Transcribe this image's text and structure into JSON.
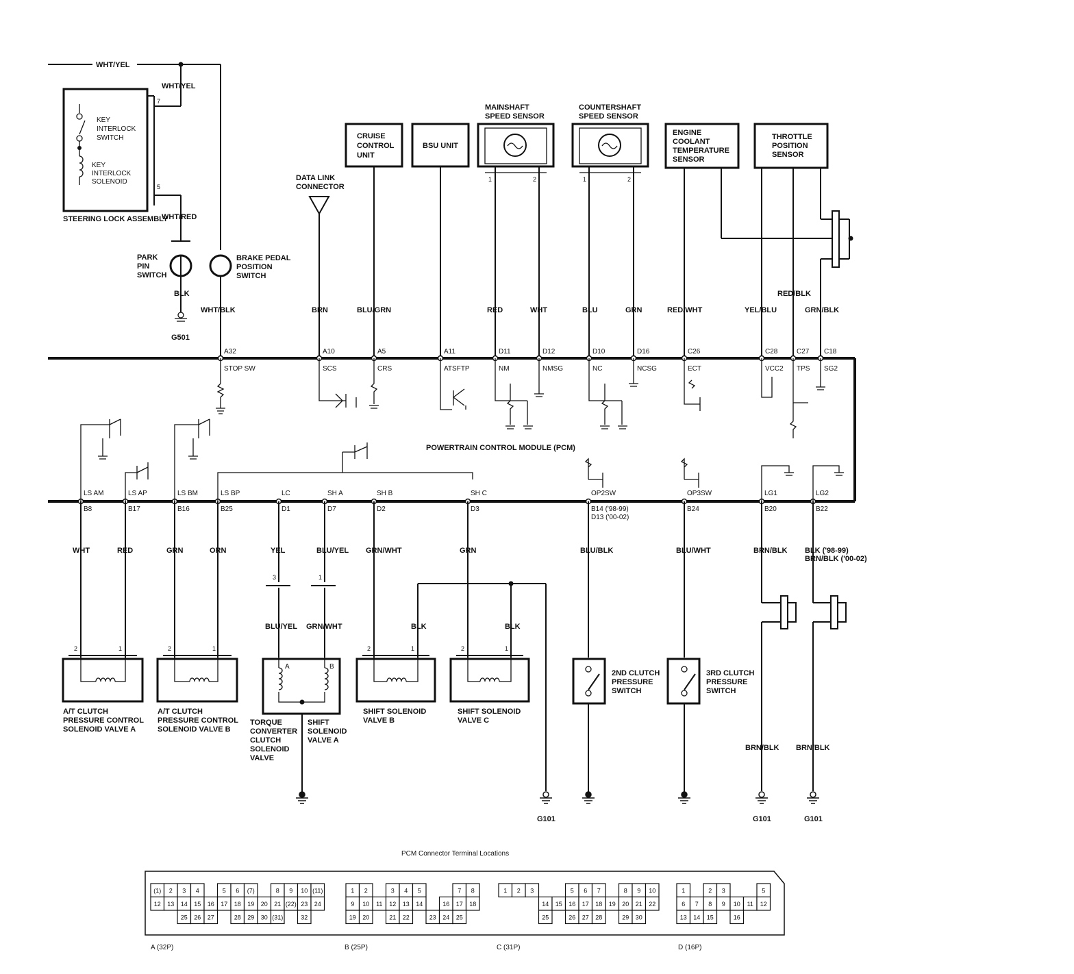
{
  "top_wire_color": "WHT/YEL",
  "steering_lock": {
    "name": "STEERING LOCK ASSEMBLY",
    "key_switch": "KEY INTERLOCK SWITCH",
    "key_solenoid": "KEY INTERLOCK SOLENOID",
    "pin_7": "7",
    "pin_5": "5",
    "wire_in": "WHT/YEL",
    "wire_out": "WHT/RED"
  },
  "park_pin_switch": {
    "name": "PARK PIN SWITCH",
    "wire": "BLK",
    "ground": "G501"
  },
  "brake_switch": {
    "name": "BRAKE PEDAL POSITION SWITCH",
    "wire": "WHT/BLK"
  },
  "dlc": {
    "name": "DATA LINK CONNECTOR",
    "wire": "BRN"
  },
  "components_top": [
    {
      "key": "cruise",
      "name": "CRUISE CONTROL UNIT",
      "wire": "BLU/GRN"
    },
    {
      "key": "bsu",
      "name": "BSU UNIT"
    },
    {
      "key": "mainshaft",
      "name": "MAINSHAFT SPEED SENSOR",
      "wire1": "RED",
      "wire2": "WHT",
      "pin1": "1",
      "pin2": "2"
    },
    {
      "key": "countershaft",
      "name": "COUNTERSHAFT SPEED SENSOR",
      "wire1": "BLU",
      "wire2": "GRN",
      "pin1": "1",
      "pin2": "2"
    },
    {
      "key": "ect",
      "name": "ENGINE COOLANT TEMPERATURE SENSOR",
      "wire": "RED/WHT"
    },
    {
      "key": "tps",
      "name": "THROTTLE POSITION SENSOR",
      "wire1": "YEL/BLU",
      "wire2": "RED/BLK",
      "wire3": "GRN/BLK"
    }
  ],
  "pcm_name": "POWERTRAIN CONTROL MODULE (PCM)",
  "top_terminals": [
    {
      "pin": "A32",
      "signal": "STOP SW"
    },
    {
      "pin": "A10",
      "signal": "SCS"
    },
    {
      "pin": "A5",
      "signal": "CRS"
    },
    {
      "pin": "A11",
      "signal": "ATSFTP"
    },
    {
      "pin": "D11",
      "signal": "NM"
    },
    {
      "pin": "D12",
      "signal": "NMSG"
    },
    {
      "pin": "D10",
      "signal": "NC"
    },
    {
      "pin": "D16",
      "signal": "NCSG"
    },
    {
      "pin": "C26",
      "signal": "ECT"
    },
    {
      "pin": "C28",
      "signal": "VCC2"
    },
    {
      "pin": "C27",
      "signal": "TPS"
    },
    {
      "pin": "C18",
      "signal": "SG2"
    }
  ],
  "bottom_terminals": [
    {
      "pin": "B8",
      "signal": "LS AM",
      "wire": "WHT"
    },
    {
      "pin": "B17",
      "signal": "LS AP",
      "wire": "RED"
    },
    {
      "pin": "B16",
      "signal": "LS BM",
      "wire": "GRN"
    },
    {
      "pin": "B25",
      "signal": "LS BP",
      "wire": "ORN"
    },
    {
      "pin": "D1",
      "signal": "LC",
      "wire": "YEL"
    },
    {
      "pin": "D7",
      "signal": "SH A",
      "wire": "BLU/YEL"
    },
    {
      "pin": "D2",
      "signal": "SH B",
      "wire": "GRN/WHT"
    },
    {
      "pin": "D3",
      "signal": "SH C",
      "wire": "GRN"
    },
    {
      "pin": "B14 ('98-99)",
      "pin2": "D13 ('00-02)",
      "signal": "OP2SW",
      "wire": "BLU/BLK"
    },
    {
      "pin": "B24",
      "signal": "OP3SW",
      "wire": "BLU/WHT"
    },
    {
      "pin": "B20",
      "signal": "LG1",
      "wire": "BRN/BLK"
    },
    {
      "pin": "B22",
      "signal": "LG2",
      "wire": "BLK ('98-99)",
      "wire2": "BRN/BLK ('00-02)"
    }
  ],
  "lower_components": {
    "valve_a": "A/T CLUTCH PRESSURE CONTROL SOLENOID VALVE A",
    "valve_b": "A/T CLUTCH PRESSURE CONTROL SOLENOID VALVE B",
    "tcc": "TORQUE CONVERTER CLUTCH SOLENOID VALVE",
    "shift_a": "SHIFT SOLENOID VALVE A",
    "shift_b": "SHIFT SOLENOID VALVE B",
    "shift_c": "SHIFT SOLENOID VALVE C",
    "sw2": "2ND CLUTCH PRESSURE SWITCH",
    "sw3": "3RD CLUTCH PRESSURE SWITCH",
    "tcc_wire": "BLU/YEL",
    "shift_a_wire": "GRN/WHT",
    "shift_b_gnd_wire": "BLK",
    "shift_c_gnd_wire": "BLK",
    "lg_wire_1": "BRN/BLK",
    "lg_wire_2": "BRN/BLK",
    "ground": "G101",
    "pin_1": "1",
    "pin_2": "2",
    "pin_3": "3",
    "coil_a": "A",
    "coil_b": "B"
  },
  "connector_title": "PCM Connector Terminal Locations",
  "connectors": [
    {
      "label": "A (32P)",
      "rows": [
        [
          "(1)",
          "2",
          "3",
          "4",
          "",
          "5",
          "6",
          "(7)",
          "",
          "8",
          "9",
          "10",
          "(11)"
        ],
        [
          "12",
          "13",
          "14",
          "15",
          "16",
          "17",
          "18",
          "19",
          "20",
          "21",
          "(22)",
          "23",
          "24"
        ],
        [
          "",
          "",
          "25",
          "26",
          "27",
          "",
          "28",
          "29",
          "30",
          "(31)",
          "",
          "32",
          ""
        ]
      ]
    },
    {
      "label": "B (25P)",
      "rows": [
        [
          "1",
          "2",
          "",
          "3",
          "4",
          "5",
          "",
          "",
          "7",
          "8"
        ],
        [
          "9",
          "10",
          "11",
          "12",
          "13",
          "14",
          "",
          "16",
          "17",
          "18"
        ],
        [
          "19",
          "20",
          "",
          "21",
          "22",
          "",
          "23",
          "24",
          "25",
          ""
        ]
      ]
    },
    {
      "label": "C (31P)",
      "rows": [
        [
          "1",
          "2",
          "3",
          "",
          "",
          "5",
          "6",
          "7",
          "",
          "8",
          "9",
          "10"
        ],
        [
          "",
          "",
          "",
          "14",
          "15",
          "16",
          "17",
          "18",
          "19",
          "20",
          "21",
          "22"
        ],
        [
          "",
          "",
          "",
          "25",
          "",
          "26",
          "27",
          "28",
          "",
          "29",
          "30",
          ""
        ]
      ]
    },
    {
      "label": "D (16P)",
      "rows": [
        [
          "1",
          "",
          "2",
          "3",
          "",
          "",
          "5"
        ],
        [
          "6",
          "7",
          "8",
          "9",
          "10",
          "11",
          "12"
        ],
        [
          "13",
          "14",
          "15",
          "",
          "16",
          "",
          ""
        ]
      ]
    }
  ]
}
